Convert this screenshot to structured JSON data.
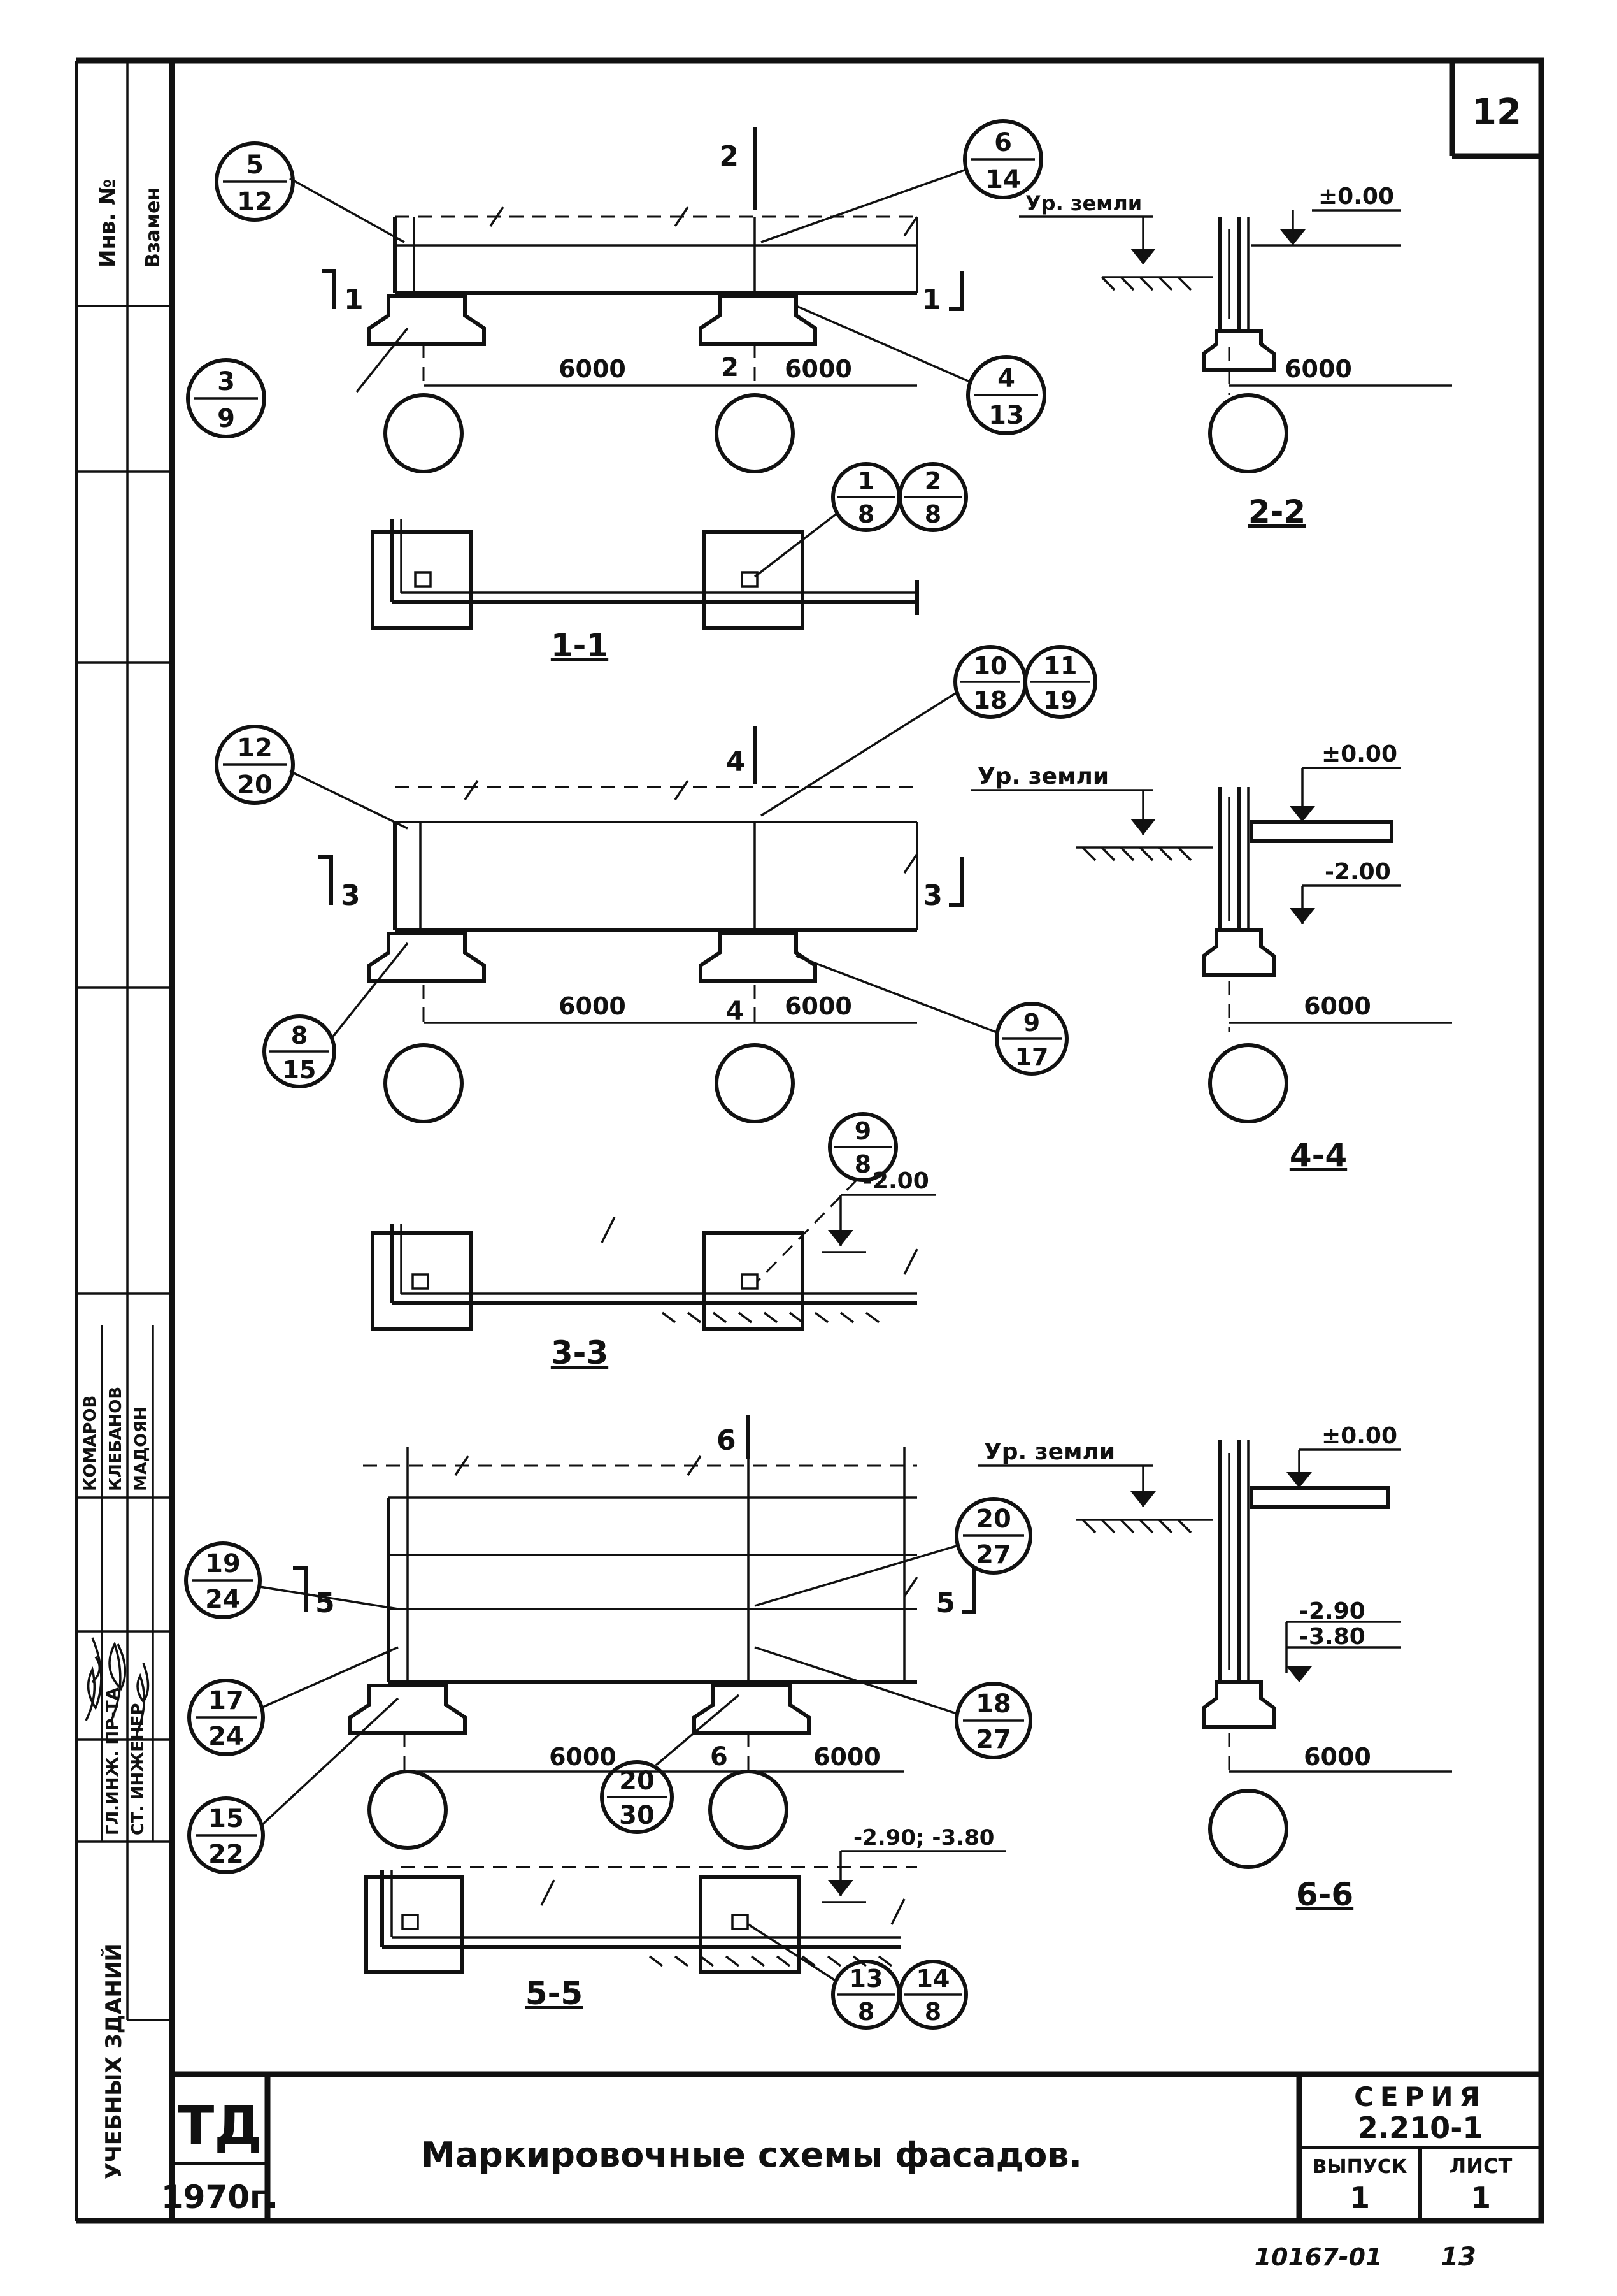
{
  "sheet_number": "12",
  "stamp": {
    "org_letters": "ТД",
    "year": "1970г.",
    "title": "Маркировочные схемы фасадов.",
    "series_label": "СЕРИЯ",
    "series_value": "2.210-1",
    "issue_label": "ВЫПУСК",
    "issue_value": "1",
    "sheet_label": "ЛИСТ",
    "sheet_value": "1"
  },
  "bottom_codes": {
    "archive_number": "10167-01",
    "page_number": "13"
  },
  "side_strip": {
    "inv_label": "Инв. №",
    "instead_label": "Взамен",
    "org_line": "УЧЕБНЫХ ЗДАНИЙ",
    "roles": [
      "ГЛ.ИНЖ. ПР-ТА",
      "СТ. ИНЖЕНЕР"
    ],
    "names": [
      "КОМАРОВ",
      "КЛЕБАНОВ",
      "МАДОЯН"
    ]
  },
  "sections": {
    "s1": "1-1",
    "s2": "2-2",
    "s3": "3-3",
    "s4": "4-4",
    "s5": "5-5",
    "s6": "6-6"
  },
  "cut_marks": {
    "c1": "1",
    "c2": "2",
    "c3": "3",
    "c4": "4",
    "c5": "5",
    "c6": "6"
  },
  "dims": {
    "span": "6000"
  },
  "levels": {
    "ground_label": "Ур. земли",
    "zero": "±0.00",
    "m200": "-2.00",
    "m290": "-2.90",
    "m380": "-3.80",
    "m290_380": "-2.90; -3.80"
  },
  "callouts": {
    "a1_t": "5",
    "a1_b": "12",
    "a2_t": "6",
    "a2_b": "14",
    "a3_t": "3",
    "a3_b": "9",
    "a4_t": "4",
    "a4_b": "13",
    "a5_t": "1",
    "a5_b": "8",
    "a6_t": "2",
    "a6_b": "8",
    "b1_t": "12",
    "b1_b": "20",
    "b2_t": "10",
    "b2_b": "18",
    "b3_t": "11",
    "b3_b": "19",
    "b4_t": "8",
    "b4_b": "15",
    "b5_t": "9",
    "b5_b": "17",
    "b6_t": "9",
    "b6_b": "8",
    "c1_t": "19",
    "c1_b": "24",
    "c2_t": "20",
    "c2_b": "27",
    "c3_t": "17",
    "c3_b": "24",
    "c4_t": "18",
    "c4_b": "27",
    "c5_t": "15",
    "c5_b": "22",
    "c6_t": "20",
    "c6_b": "30",
    "c7_t": "13",
    "c7_b": "8",
    "c8_t": "14",
    "c8_b": "8"
  }
}
